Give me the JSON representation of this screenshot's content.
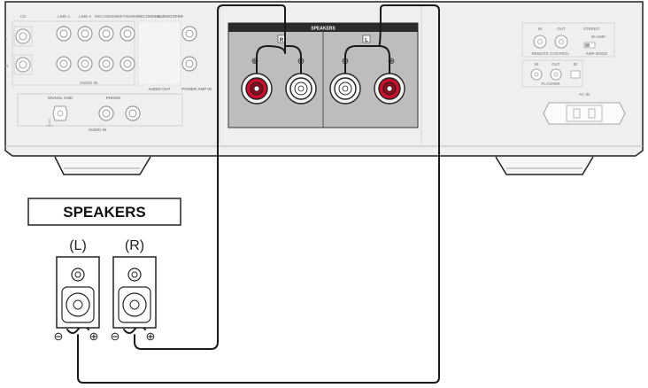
{
  "diagram": {
    "panel_labels": {
      "cd": "CD",
      "line1": "LINE-1",
      "line2": "LINE-2",
      "recorder": "RECORDER",
      "network": "NETWORK",
      "audio_in": "AUDIO IN",
      "recorder_out": "RECORDER",
      "subwoofer": "SUBWOOFER",
      "audio_out": "AUDIO OUT",
      "power_amp_in": "POWER AMP IN",
      "signal_gnd": "SIGNAL GND",
      "phono": "PHONO",
      "audio_in_2": "AUDIO IN",
      "speakers_panel": "SPEAKERS",
      "in": "IN",
      "out": "OUT",
      "remote_control": "REMOTE CONTROL",
      "stereo": "STEREO",
      "bi_amp": "BI-AMP",
      "amp_mode": "AMP MODE",
      "flasher_in": "IN",
      "flasher_out": "OUT",
      "id": "ID",
      "flasher": "FLASHER",
      "ac_in": "AC IN"
    },
    "terminal_channel_right": "R",
    "terminal_channel_left": "L",
    "symbols": {
      "plus": "⊕",
      "minus": "⊖"
    },
    "speakers_heading": "SPEAKERS",
    "speaker_left_label": "(L)",
    "speaker_right_label": "(R)",
    "colors": {
      "wire": "#1a1a1a",
      "panel": "#ededed",
      "terminal_plate": "#bdbdbd",
      "terminal_red": "#c8102e"
    }
  }
}
